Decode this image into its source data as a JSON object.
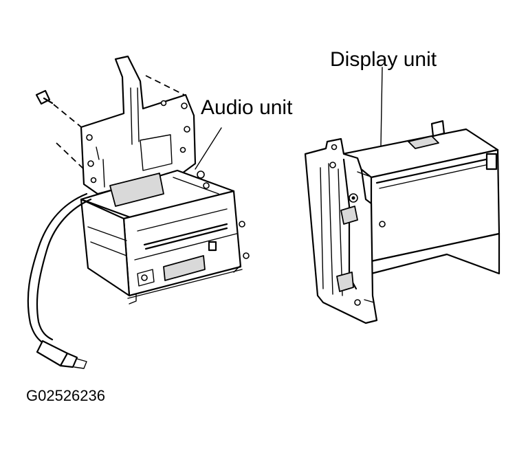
{
  "labels": {
    "display_unit": "Display unit",
    "audio_unit": "Audio unit"
  },
  "figure_id": "G02526236"
}
